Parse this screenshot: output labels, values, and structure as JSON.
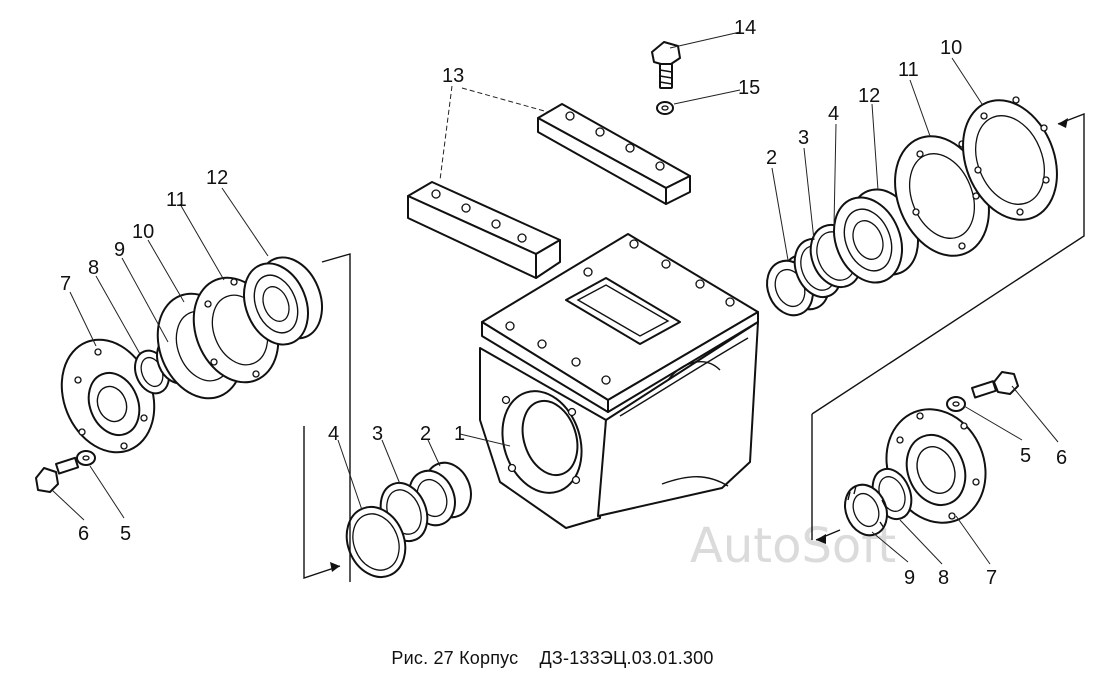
{
  "caption": {
    "figure": "Рис. 27 Корпус",
    "code": "ДЗ-133ЭЦ.03.01.300"
  },
  "watermark": "AutoSoft",
  "callouts": {
    "left": [
      "7",
      "8",
      "9",
      "10",
      "11",
      "12",
      "6",
      "5",
      "4",
      "3",
      "2"
    ],
    "center": [
      "1",
      "13",
      "14",
      "15"
    ],
    "right": [
      "2",
      "3",
      "4",
      "12",
      "11",
      "10",
      "5",
      "6",
      "9",
      "8",
      "7"
    ]
  },
  "colors": {
    "ink": "#111111",
    "paper": "#ffffff",
    "watermark": "#cfcfcf"
  }
}
